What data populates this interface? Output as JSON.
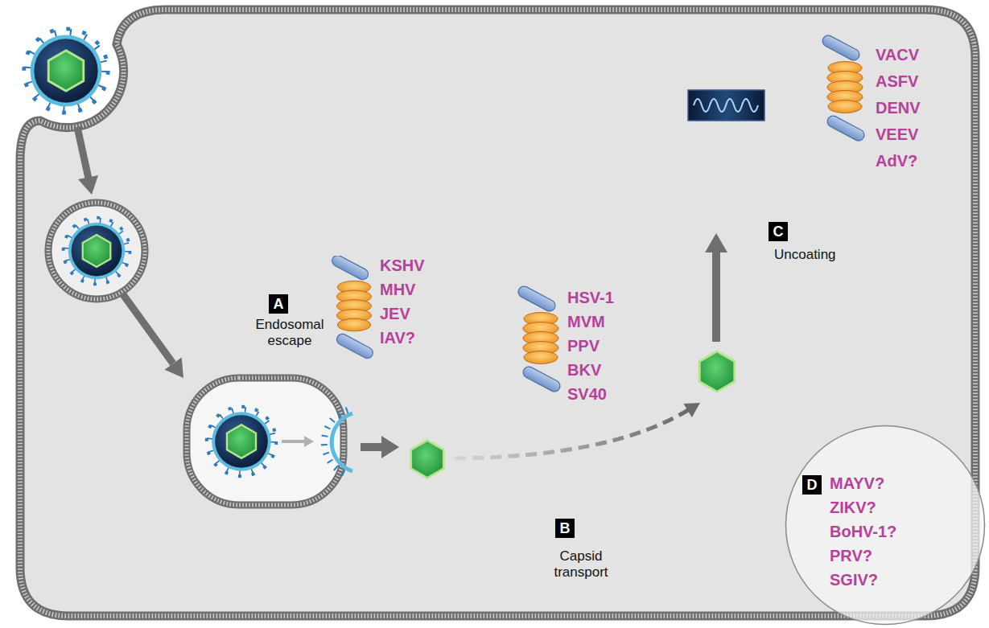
{
  "diagram": {
    "nodes": [
      {
        "text": [
          "A"
        ]
      },
      {
        "text": [
          "B"
        ]
      },
      {
        "text": [
          "C"
        ]
      },
      {
        "text": [
          "MAYV?",
          "ZIKV?",
          "BoHV-1?",
          "PRV?",
          "SGIV?"
        ]
      },
      {
        "text": [
          "D"
        ],
        "in": 3
      }
    ],
    "labels": [
      "Endosomal escape",
      "Capsid transport",
      "Uncoating",
      "KSHV",
      "MHV",
      "JEV",
      "IAV?",
      "HSV-1",
      "MVM",
      "PPV",
      "BKV",
      "SV40",
      "VACV",
      "ASFV",
      "DENV",
      "VEEV",
      "AdV?"
    ]
  }
}
